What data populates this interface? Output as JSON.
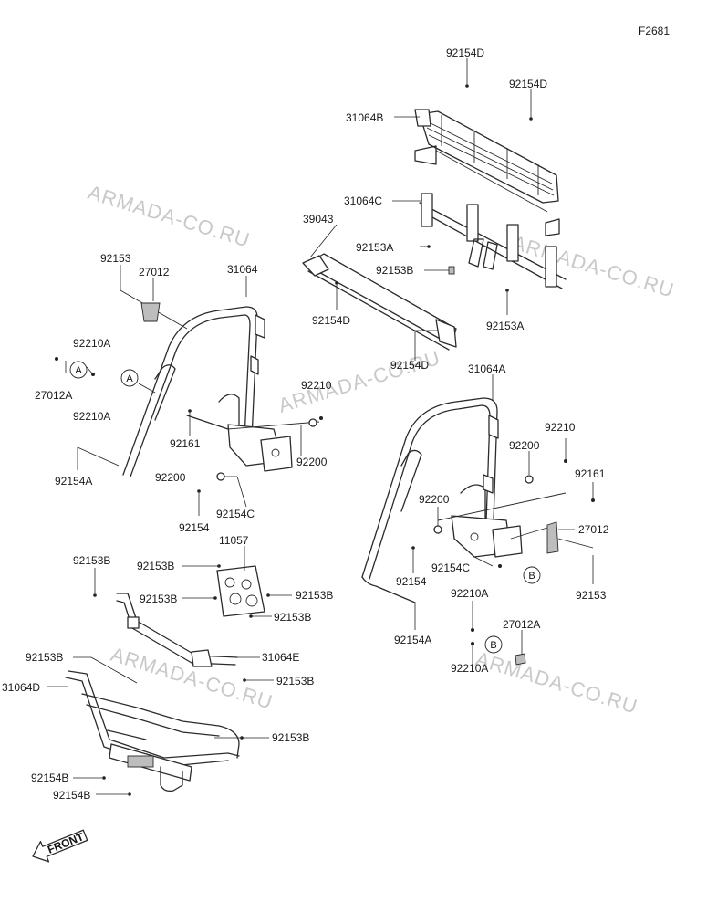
{
  "figure_code": "F2681",
  "watermark_text": "ARMADA-CO.RU",
  "front_label": "FRONT",
  "callouts": [
    "A",
    "B"
  ],
  "part_labels": {
    "p92154D_top": "92154D",
    "p92154D_right": "92154D",
    "p31064B": "31064B",
    "p31064C": "31064C",
    "p39043": "39043",
    "p92153A_mid": "92153A",
    "p92153B_mid": "92153B",
    "p92154D_left": "92154D",
    "p92153A_right": "92153A",
    "p92154D_bottom": "92154D",
    "p92153_left": "92153",
    "p27012_top": "27012",
    "p31064": "31064",
    "p92210A_left_top": "92210A",
    "p27012A_left": "27012A",
    "p92210A_left_bottom": "92210A",
    "p92210_center": "92210",
    "p92161_left": "92161",
    "p92200_center": "92200",
    "p92154A_left": "92154A",
    "p92200_left": "92200",
    "p92154C_left": "92154C",
    "p92154_left": "92154",
    "p31064A": "31064A",
    "p92210_right": "92210",
    "p92200_right_top": "92200",
    "p92161_right": "92161",
    "p92200_right_mid": "92200",
    "p27012_right": "27012",
    "p92154_right": "92154",
    "p92154C_right": "92154C",
    "p92153_right": "92153",
    "p92154A_right": "92154A",
    "p92210A_right_top": "92210A",
    "p27012A_right": "27012A",
    "p92210A_right_bottom": "92210A",
    "p92153B_a": "92153B",
    "p11057": "11057",
    "p92153B_b": "92153B",
    "p92153B_c": "92153B",
    "p92153B_d": "92153B",
    "p92153B_e": "92153B",
    "p92153B_f": "92153B",
    "p31064E": "31064E",
    "p31064D": "31064D",
    "p92153B_g": "92153B",
    "p92153B_h": "92153B",
    "p92154B_a": "92154B",
    "p92154B_b": "92154B"
  }
}
